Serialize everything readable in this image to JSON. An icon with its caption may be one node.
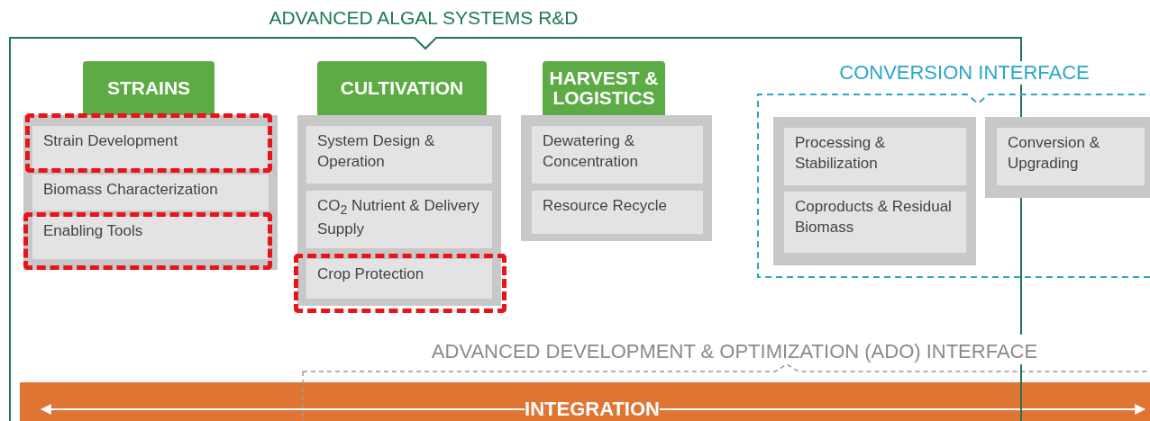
{
  "diagram": {
    "nodes": [
      {
        "text": [
          "ADVANCED ALGAL SYSTEMS R&D"
        ]
      },
      {
        "text": [
          "STRAINS"
        ],
        "in": 0
      },
      {
        "text": [
          "Strain Development"
        ],
        "in": 1
      },
      {
        "text": [
          "Biomass Characterization"
        ],
        "in": 1
      },
      {
        "text": [
          "Enabling Tools"
        ],
        "in": 1
      },
      {
        "text": [
          "CULTIVATION"
        ],
        "in": 0
      },
      {
        "text": [
          "System Design & Operation"
        ],
        "in": 5
      },
      {
        "text": [
          "CO$_{2}$ Nutrient & Delivery Supply"
        ],
        "in": 5
      },
      {
        "text": [
          "Crop Protection"
        ],
        "in": 5
      },
      {
        "text": [
          "HARVEST & LOGISTICS"
        ],
        "in": 0
      },
      {
        "text": [
          "Dewatering & Concentration"
        ],
        "in": 9
      },
      {
        "text": [
          "Resource Recycle"
        ],
        "in": 9
      },
      {
        "text": [
          "CONVERSION INTERFACE"
        ]
      },
      {
        "text": [],
        "shape": "box"
      },
      {
        "text": [
          "Processing & Stabilization"
        ],
        "in": 13
      },
      {
        "text": [
          "Coproducts & Residual Biomass"
        ],
        "in": 13
      },
      {
        "text": [],
        "shape": "box",
        "in": 12
      },
      {
        "text": [
          "Conversion & Upgrading"
        ],
        "in": 16
      },
      {
        "text": [
          "ADVANCED DEVELOPMENT & OPTIMIZATION (ADO) INTERFACE"
        ]
      },
      {
        "text": [
          "INTEGRATION"
        ]
      }
    ]
  }
}
